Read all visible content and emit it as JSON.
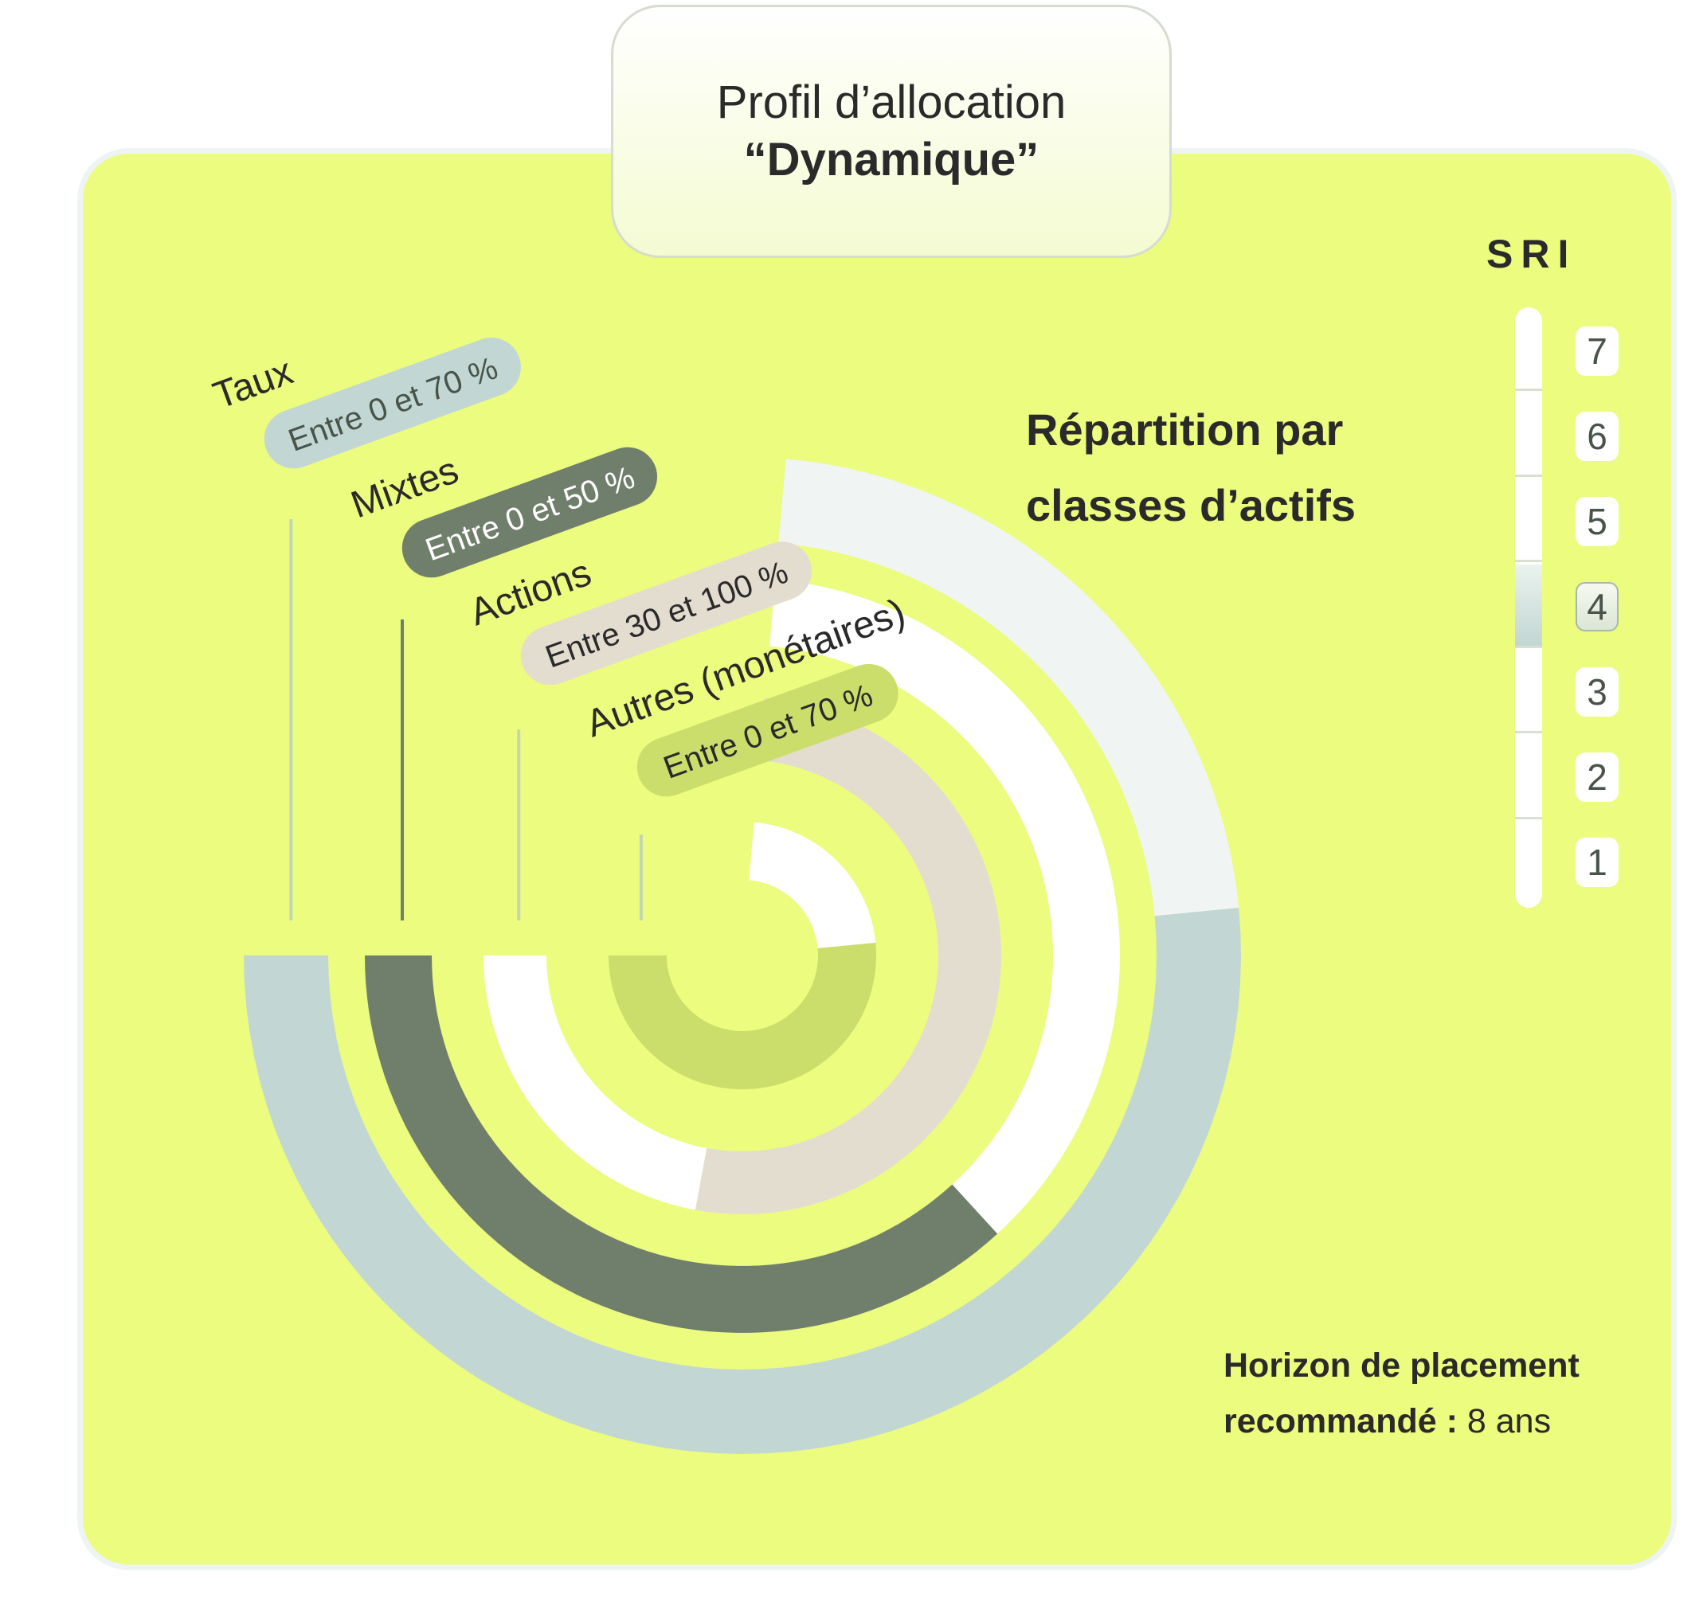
{
  "header": {
    "title_line1": "Profil d’allocation",
    "title_line2": "“Dynamique”"
  },
  "subtitle": {
    "line1": "Répartition par",
    "line2": "classes d’actifs"
  },
  "sri": {
    "label": "SRI",
    "levels": [
      "7",
      "6",
      "5",
      "4",
      "3",
      "2",
      "1"
    ],
    "selected": "4",
    "highlight_color": "#c2d6d4"
  },
  "horizon": {
    "label": "Horizon de placement recommandé :",
    "value": "8 ans"
  },
  "chart_data": {
    "type": "radial-range",
    "title": "Répartition par classes d’actifs",
    "series": [
      {
        "name": "Taux",
        "range_label": "Entre 0 et 70 %",
        "min": 0,
        "max": 70,
        "color": "#c2d6d4",
        "remainder_color": "#f0f5f3",
        "label_bg": "#c2d6d4",
        "label_fg": "#48544a"
      },
      {
        "name": "Mixtes",
        "range_label": "Entre 0 et 50 %",
        "min": 0,
        "max": 50,
        "color": "#707e6c",
        "remainder_color": "#ffffff",
        "label_bg": "#707e6c",
        "label_fg": "#ffffff"
      },
      {
        "name": "Actions",
        "range_label": "Entre 30 et 100 %",
        "min": 30,
        "max": 100,
        "color": "#e3ddd0",
        "remainder_color": "#ffffff",
        "label_bg": "#e3ddd0",
        "label_fg": "#2a2a2a"
      },
      {
        "name": "Autres (monétaires)",
        "range_label": "Entre 0 et 70 %",
        "min": 0,
        "max": 70,
        "color": "#cbdd6a",
        "remainder_color": "#ffffff",
        "label_bg": "#cbdd6a",
        "label_fg": "#2a2a2a"
      }
    ],
    "colors": {
      "card_background": "#ebfc7e",
      "connector_line": "#c2d6b4"
    }
  }
}
